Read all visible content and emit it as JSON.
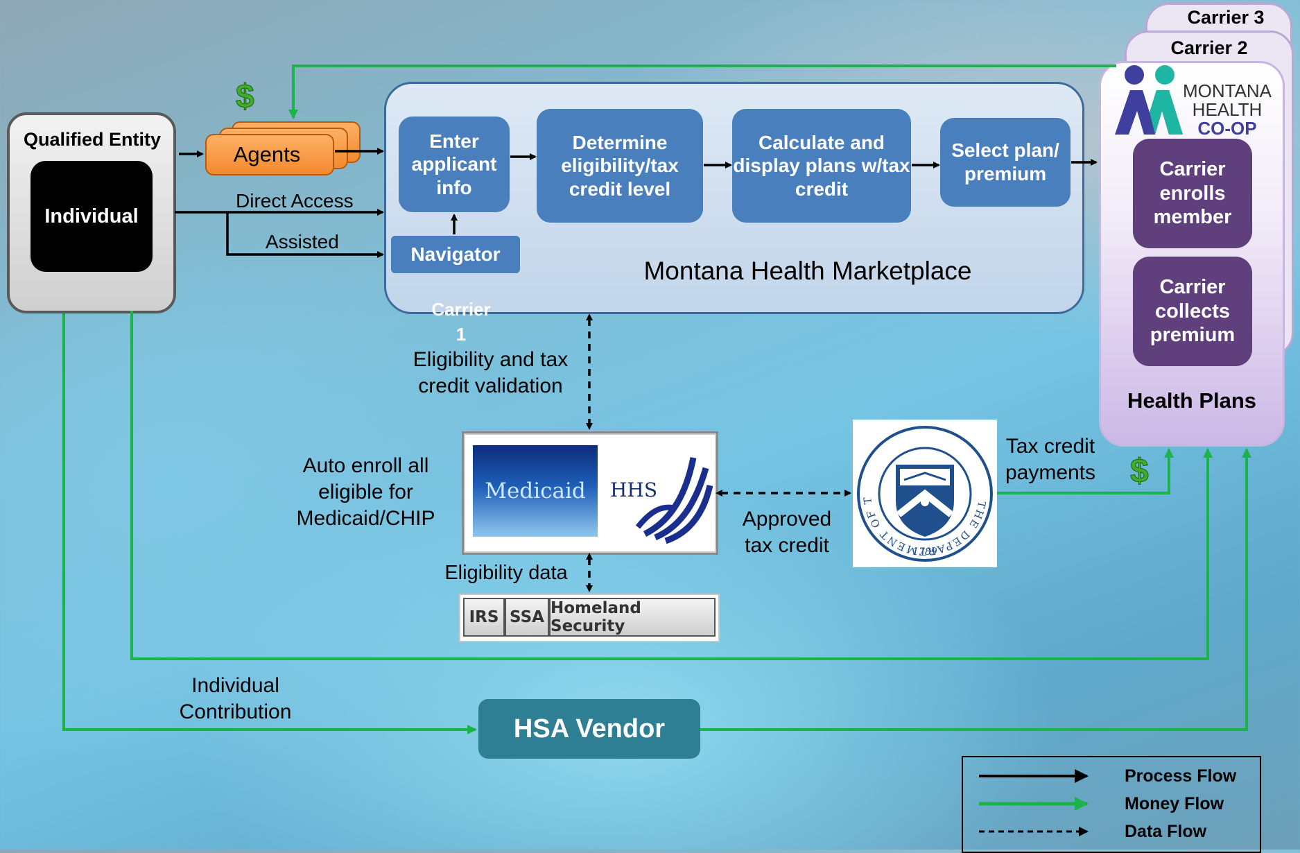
{
  "qualified_entity": {
    "title": "Qualified Entity",
    "individual": "Individual"
  },
  "agents": {
    "label": "Agents",
    "dollar": "$"
  },
  "access": {
    "direct": "Direct Access",
    "assisted": "Assisted"
  },
  "marketplace": {
    "name": "Montana Health Marketplace",
    "steps": [
      "Enter applicant info",
      "Determine eligibility/tax credit level",
      "Calculate and display plans w/tax credit",
      "Select plan/ premium"
    ],
    "navigator": "Navigator"
  },
  "health_plans": {
    "title": "Health Plans",
    "carriers_behind": [
      "Carrier 3",
      "Carrier 2"
    ],
    "logo": {
      "line1": "MONTANA",
      "line2": "HEALTH",
      "line3": "CO-OP"
    },
    "boxes": [
      "Carrier enrolls member",
      "Carrier collects premium"
    ]
  },
  "labels": {
    "carrier1_fragment": "Carrier\n1",
    "eligibility_validation": "Eligibility and tax\ncredit validation",
    "auto_enroll": "Auto enroll all\neligible for\nMedicaid/CHIP",
    "eligibility_data": "Eligibility data",
    "approved_tax_credit": "Approved\ntax credit",
    "tax_credit_payments": "Tax credit\npayments",
    "individual_contribution": "Individual\nContribution",
    "dollar": "$"
  },
  "medicaid_hhs": {
    "medicaid": "Medicaid",
    "hhs": "HHS"
  },
  "agencies": [
    "IRS",
    "SSA",
    "Homeland Security"
  ],
  "treasury": {
    "ring_text": "THE DEPARTMENT OF THE TREASURY",
    "year": "1789"
  },
  "hsa": "HSA Vendor",
  "legend": [
    "Process Flow",
    "Money Flow",
    "Data Flow"
  ],
  "colors": {
    "process": "#000000",
    "money": "#1bb34a",
    "data": "#000000",
    "step": "#4a7fbd",
    "plan_box": "#5f3f7c",
    "hsa": "#2e7f94",
    "agents": "#f28a2e"
  }
}
